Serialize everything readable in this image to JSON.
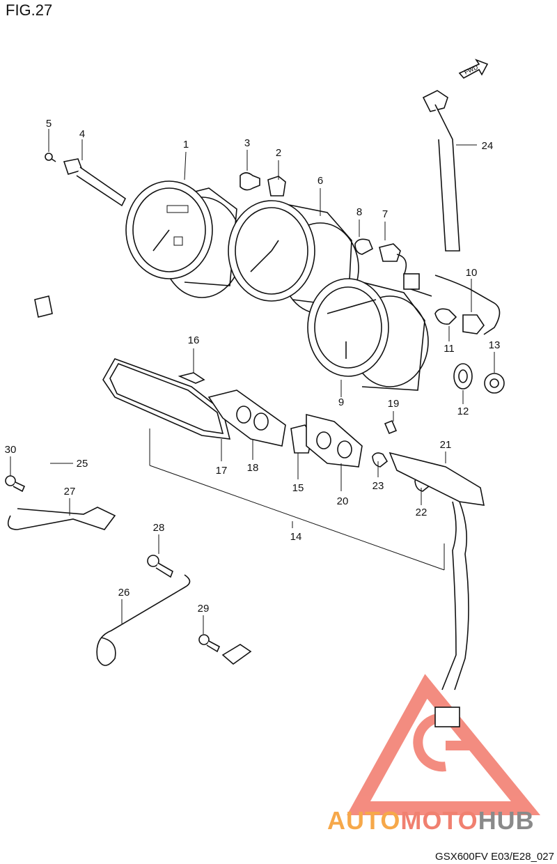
{
  "figure": {
    "label": "FIG.27",
    "code": "GSX600FV E03/E28_027",
    "fwd_label": "FWD"
  },
  "callouts": [
    "1",
    "2",
    "3",
    "4",
    "5",
    "6",
    "7",
    "8",
    "9",
    "10",
    "11",
    "12",
    "13",
    "14",
    "15",
    "16",
    "17",
    "18",
    "19",
    "20",
    "21",
    "22",
    "23",
    "24",
    "25",
    "26",
    "27",
    "28",
    "29",
    "30"
  ],
  "watermark": {
    "part1": "AUTO",
    "part2": "MOTO",
    "part3": "HUB",
    "colors": {
      "auto": "#f6a84a",
      "moto": "#f08070",
      "hub": "#8a8a8a",
      "triangle": "#f2786a"
    }
  }
}
